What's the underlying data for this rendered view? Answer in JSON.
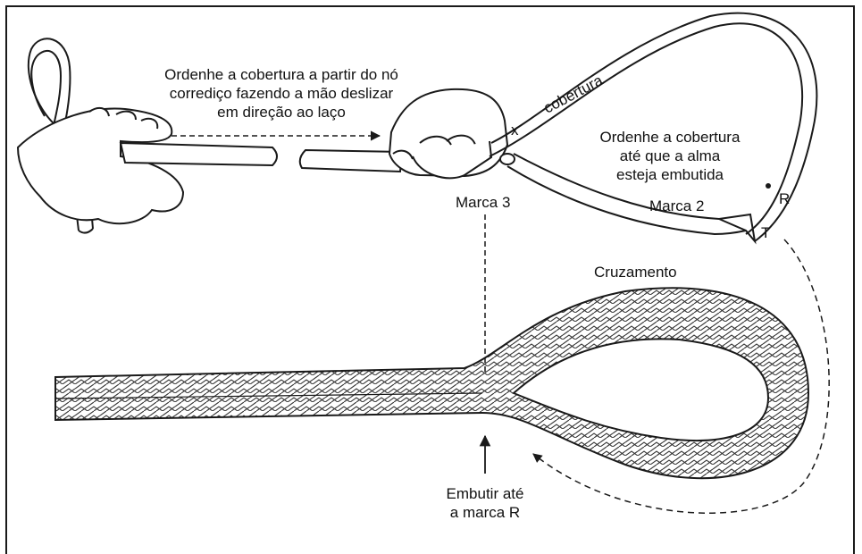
{
  "labels": {
    "milk_instruction": [
      "Ordenhe a cobertura a partir do nó",
      "corrediço fazendo a mão deslizar",
      "em direção ao laço"
    ],
    "cover": "cobertura",
    "milk_until": [
      "Ordenhe a cobertura",
      "até que a alma",
      "esteja embutida"
    ],
    "mark3": "Marca 3",
    "mark2": "Marca 2",
    "mark_r": "R",
    "mark_t": "T",
    "x_mark": "x",
    "crossing": "Cruzamento",
    "bury": [
      "Embutir até",
      "a marca R"
    ]
  },
  "colors": {
    "line": "#1a1a1a",
    "frame": "#1a1a1a",
    "background": "#ffffff"
  }
}
